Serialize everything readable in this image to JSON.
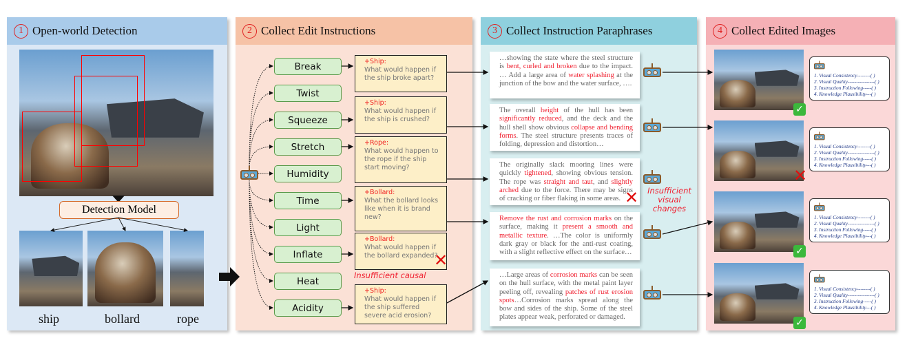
{
  "panels": [
    {
      "num": "1",
      "title": "Open-world Detection"
    },
    {
      "num": "2",
      "title": "Collect Edit Instructions"
    },
    {
      "num": "3",
      "title": "Collect Instruction Paraphrases"
    },
    {
      "num": "4",
      "title": "Collect Edited Images"
    }
  ],
  "detection": {
    "model_label": "Detection Model",
    "crops": [
      "ship",
      "bollard",
      "rope"
    ]
  },
  "edit_types": [
    "Break",
    "Twist",
    "Squeeze",
    "Stretch",
    "Humidity",
    "Time",
    "Light",
    "Inflate",
    "Heat",
    "Acidity"
  ],
  "questions": [
    {
      "object": "+Ship:",
      "text": "What would happen if the ship broke apart?"
    },
    {
      "object": "+Ship:",
      "text": "What would happen if the ship is crushed?"
    },
    {
      "object": "+Rope:",
      "text": "What would happen to the rope if the ship start moving?"
    },
    {
      "object": "+Bollard:",
      "text": "What the bollard looks like when it is brand new?"
    },
    {
      "object": "+Bollard:",
      "text": "What would happen if the bollard expanded?"
    },
    {
      "object": "+Ship:",
      "text": "What would happen if the ship suffered severe acid erosion?"
    }
  ],
  "rejections": {
    "causal": "Insufficient causal",
    "visual": "Insufficient visual changes"
  },
  "paraphrases": [
    [
      [
        "…showing the state where the steel structure is ",
        0
      ],
      [
        "bent, curled and broken",
        1
      ],
      [
        " due to the impact.  … Add a large area of ",
        0
      ],
      [
        "water splashing",
        1
      ],
      [
        " at the junction of the bow and the water surface, ….",
        0
      ]
    ],
    [
      [
        "The overall ",
        0
      ],
      [
        "height",
        1
      ],
      [
        " of the hull has been ",
        0
      ],
      [
        "significantly reduced",
        1
      ],
      [
        ", and the deck and the hull shell show obvious ",
        0
      ],
      [
        "collapse and bending forms",
        1
      ],
      [
        ". The steel structure presents traces of folding, depression and distortion…",
        0
      ]
    ],
    [
      [
        "The originally slack mooring lines were quickly ",
        0
      ],
      [
        "tightened",
        1
      ],
      [
        ", showing obvious tension. The rope was ",
        0
      ],
      [
        "straight and taut",
        1
      ],
      [
        ", and ",
        0
      ],
      [
        "slightly arched",
        1
      ],
      [
        " due to the force. There may be signs of cracking or fiber flaking in some areas.",
        0
      ]
    ],
    [
      [
        "Remove the rust and corrosion marks",
        1
      ],
      [
        " on the surface, making it ",
        0
      ],
      [
        "present a smooth and metallic texture",
        1
      ],
      [
        ". …The color is uniformly dark gray or black for the anti-rust coating, with a slight reflective effect on the surface…",
        0
      ]
    ],
    [
      [
        "…Large areas of ",
        0
      ],
      [
        "corrosion marks",
        1
      ],
      [
        " can be seen on the hull surface, with the metal paint layer peeling off, revealing ",
        0
      ],
      [
        "patches of rust erosion spots",
        1
      ],
      [
        "…Corrosion marks spread along the bow and sides of the ship. Some of the steel plates appear weak, perforated or damaged.",
        0
      ]
    ]
  ],
  "score_criteria": [
    "1. Visual Consistency--------( )",
    "2. Visual Quality----------------( )",
    "3. Instruction Following-----( )",
    "4. Knowledge Plausibility---( )"
  ],
  "results": [
    "pass",
    "fail",
    "pass",
    "pass"
  ],
  "colors": {
    "highlight": "#f02030",
    "check": "#3bb83b",
    "reject": "#e01010"
  }
}
